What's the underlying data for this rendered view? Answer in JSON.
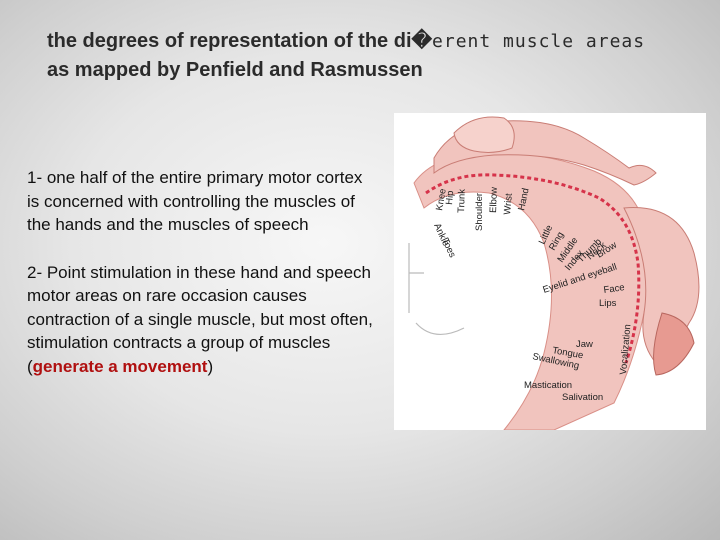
{
  "slide": {
    "title_line1_a": "the degrees of representation of the di",
    "title_glyph": "�",
    "title_line1_b": "erent muscle areas",
    "title_line2": "as mapped by Penfield and Rasmussen",
    "point1": "1- one half of the entire primary motor cortex is concerned with controlling the muscles of the hands and the muscles of speech",
    "point2_main": "2- Point stimulation in these hand and speech motor areas on rare occasion causes contraction of a single muscle, but most often, stimulation contracts a group of muscles",
    "point2_open": " (",
    "point2_highlight": "generate a movement",
    "point2_close": ")"
  },
  "figure": {
    "labels": {
      "knee": "Knee",
      "hip": "Hip",
      "trunk": "Trunk",
      "shoulder": "Shoulder",
      "elbow": "Elbow",
      "wrist": "Wrist",
      "hand": "Hand",
      "ankle": "Ankle",
      "toes": "Toes",
      "little": "Little",
      "ring": "Ring",
      "middle": "Middle",
      "index": "Index",
      "thumb": "Thumb",
      "neck": "Neck",
      "brow": "Brow",
      "eyelid": "Eyelid and eyeball",
      "face": "Face",
      "lips": "Lips",
      "jaw": "Jaw",
      "tongue": "Tongue",
      "swallowing": "Swallowing",
      "mastication": "Mastication",
      "salivation": "Salivation",
      "vocalization": "Vocalization"
    },
    "colors": {
      "skin": "#f1c4be",
      "skin_dark": "#d98f87",
      "cortex_line": "#d6334a"
    }
  }
}
